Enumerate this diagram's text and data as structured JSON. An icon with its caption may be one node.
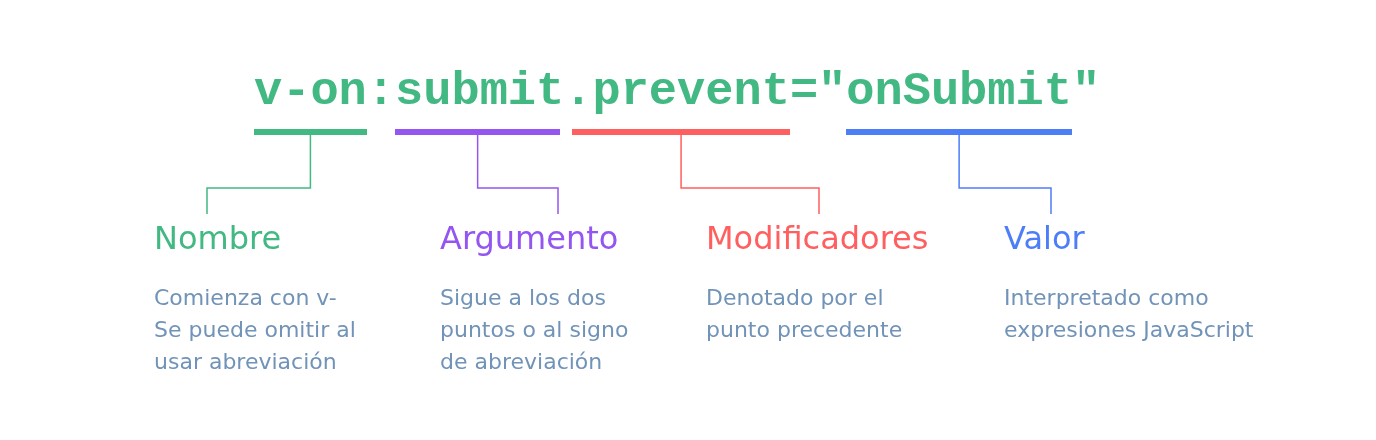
{
  "diagram": {
    "nodes": [
      {
        "text": [
          "v-on:submit.prevent=\"onSubmit\""
        ]
      },
      {
        "text": [],
        "shape": "bar"
      },
      {
        "text": [],
        "shape": "bar"
      },
      {
        "text": [],
        "shape": "bar"
      },
      {
        "text": [],
        "shape": "bar"
      },
      {
        "text": [
          "Nombre",
          "Comienza con v- Se puede omitir al usar abreviación"
        ]
      },
      {
        "text": [
          "Argumento",
          "Sigue a los dos puntos o al signo de abreviación"
        ]
      },
      {
        "text": [
          "Modificadores",
          "Denotado por el punto precedente"
        ]
      },
      {
        "text": [
          "Valor",
          "Interpretado como expresiones JavaScript"
        ]
      }
    ],
    "edges": [
      {
        "from": 5,
        "to": 1,
        "arrow": "none",
        "color": "#42b883"
      },
      {
        "from": 6,
        "to": 2,
        "arrow": "none",
        "color": "#9455f0"
      },
      {
        "from": 7,
        "to": 3,
        "arrow": "none",
        "color": "#ff5f5f"
      },
      {
        "from": 8,
        "to": 4,
        "arrow": "none",
        "color": "#4d7ef7"
      }
    ]
  }
}
